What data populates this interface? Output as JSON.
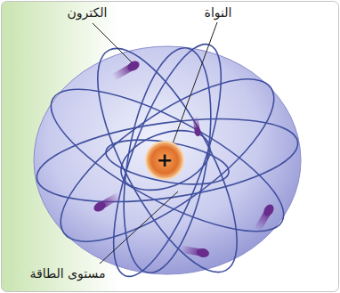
{
  "diagram": {
    "nodes": [
      {
        "text": [
          "+"
        ]
      }
    ],
    "labels": [
      "النواة",
      "الكترون",
      "مستوى الطاقة"
    ]
  }
}
